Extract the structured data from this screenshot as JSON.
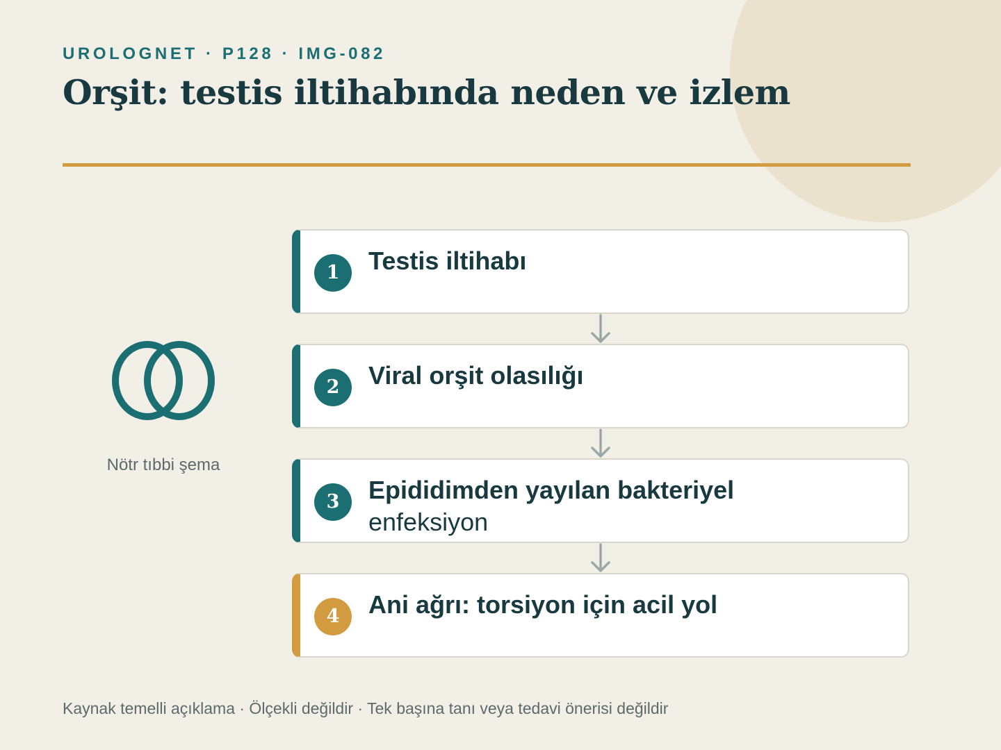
{
  "header": {
    "kicker": "UROLOGNET · P128 · IMG-082",
    "title": "Orşit: testis iltihabında neden ve izlem"
  },
  "figure": {
    "icon": "rings-icon",
    "caption": "Nötr tıbbi şema"
  },
  "steps": [
    {
      "number": "1",
      "title": "Testis iltihabı",
      "subtitle": ""
    },
    {
      "number": "2",
      "title": "Viral orşit olasılığı",
      "subtitle": ""
    },
    {
      "number": "3",
      "title": "Epididimden yayılan bakteriyel",
      "subtitle": "enfeksiyon"
    },
    {
      "number": "4",
      "title": "Ani ağrı: torsiyon için acil yol",
      "subtitle": ""
    }
  ],
  "footer": {
    "note": "Kaynak temelli açıklama · Ölçekli değildir · Tek başına tanı veya tedavi önerisi değildir"
  },
  "colors": {
    "background": "#f2efe7",
    "teal": "#1b6f73",
    "accent": "#d39b40",
    "heading": "#18393f",
    "muted": "#5d6a6b",
    "arrow": "#9aa9a7"
  }
}
